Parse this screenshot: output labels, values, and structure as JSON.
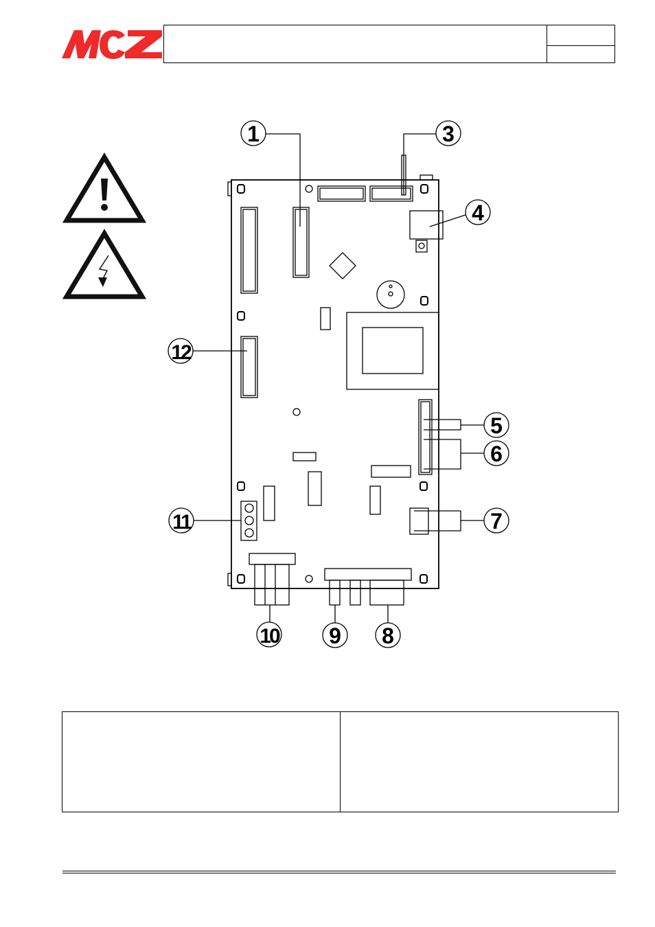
{
  "header": {
    "logo_text": "MCZ",
    "brand_color": "#ee2a2a",
    "title": "",
    "cell_top": "",
    "cell_bottom": ""
  },
  "diagram": {
    "callouts": [
      "1",
      "3",
      "4",
      "5",
      "6",
      "7",
      "8",
      "9",
      "10",
      "11",
      "12"
    ],
    "warnings": [
      "warning-general-icon",
      "warning-electric-icon"
    ]
  },
  "table": {
    "left": "",
    "right": ""
  }
}
